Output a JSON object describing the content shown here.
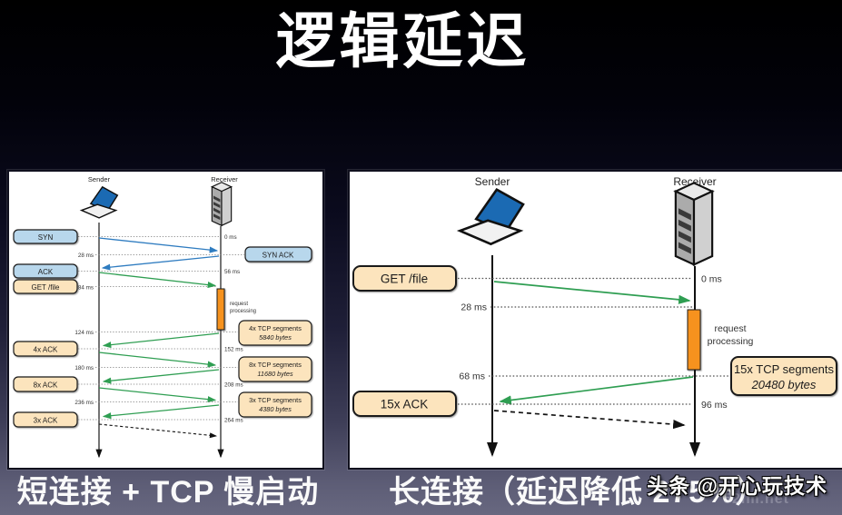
{
  "title": "逻辑延迟",
  "captions": {
    "left": "短连接 + TCP 慢启动",
    "right": "长连接（延迟降低 275%）"
  },
  "watermark": {
    "main": "头条 @开心玩技术",
    "site": "52im.net"
  },
  "colors": {
    "box_blue": "#b8d7ec",
    "box_tan": "#fce4bd",
    "bar_orange": "#f6921e",
    "arrow_blue": "#2f7cc0",
    "arrow_green": "#2f9e52",
    "laptop_screen": "#1b6ab3",
    "panel_bg": "#ffffff",
    "background_bottom": "#686880"
  },
  "left": {
    "sender": "Sender",
    "receiver": "Receiver",
    "syn": "SYN",
    "syn_ack": "SYN ACK",
    "ack": "ACK",
    "get_file": "GET /file",
    "req1": "request",
    "req2": "processing",
    "t0": "0 ms",
    "t28": "28 ms",
    "t56": "56 ms",
    "t84": "84 ms",
    "t124": "124 ms",
    "t152": "152 ms",
    "t180": "180 ms",
    "t208": "208 ms",
    "t236": "236 ms",
    "t264": "264 ms",
    "seg4": "4x TCP segments",
    "seg4b": "5840 bytes",
    "ack4": "4x ACK",
    "seg8": "8x TCP segments",
    "seg8b": "11680 bytes",
    "ack8": "8x ACK",
    "seg3": "3x TCP segments",
    "seg3b": "4380 bytes",
    "ack3": "3x ACK"
  },
  "right": {
    "sender": "Sender",
    "receiver": "Receiver",
    "get_file": "GET /file",
    "ack15": "15x ACK",
    "seg15": "15x TCP segments",
    "seg15b": "20480 bytes",
    "req1": "request",
    "req2": "processing",
    "t0": "0 ms",
    "t28": "28 ms",
    "t68": "68 ms",
    "t96": "96 ms"
  }
}
